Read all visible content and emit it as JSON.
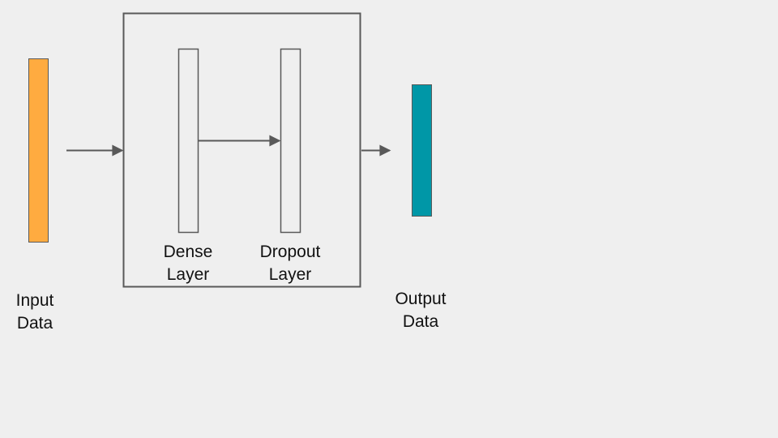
{
  "colors": {
    "background": "#efefef",
    "input_bar": "#ffab40",
    "output_bar": "#0097a7",
    "stroke": "#595959"
  },
  "nodes": {
    "input": {
      "line1": "Input",
      "line2": "Data"
    },
    "dense": {
      "line1": "Dense",
      "line2": "Layer"
    },
    "dropout": {
      "line1": "Dropout",
      "line2": "Layer"
    },
    "output": {
      "line1": "Output",
      "line2": "Data"
    }
  }
}
